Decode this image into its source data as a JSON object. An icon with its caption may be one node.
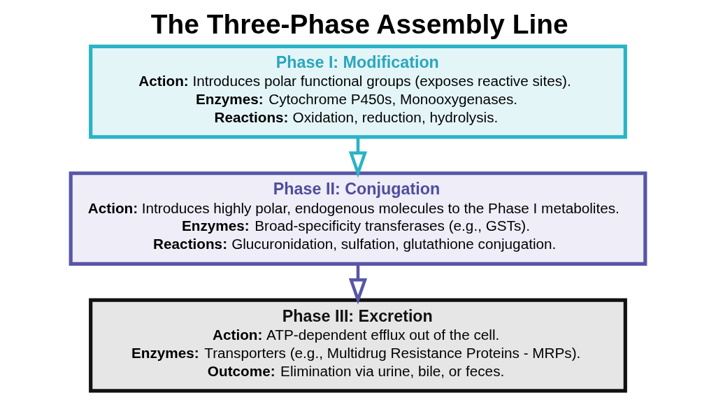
{
  "diagram": {
    "title": "The Three-Phase Assembly Line",
    "nodes": [
      {
        "text": [
          "Phase I: Modification",
          "**Action:** Introduces polar functional groups (exposes reactive sites).",
          "**Enzymes:** Cytochrome P450s, Monooxygenases.",
          "**Reactions:** Oxidation, reduction, hydrolysis."
        ]
      },
      {
        "text": [
          "Phase II: Conjugation",
          "**Action:** Introduces highly polar, endogenous molecules to the Phase I metabolites.",
          "**Enzymes:** Broad-specificity transferases (e.g., GSTs).",
          "**Reactions:** Glucuronidation, sulfation, glutathione conjugation."
        ]
      },
      {
        "text": [
          "Phase III: Excretion",
          "**Action:** ATP-dependent efflux out of the cell.",
          "**Enzymes:** Transporters (e.g., Multidrug Resistance Proteins - MRPs).",
          "**Outcome:** Elimination via urine, bile, or feces."
        ]
      }
    ],
    "edges": [
      {
        "from": 0,
        "to": 1,
        "arrow": "to",
        "color": "#2bb3c6"
      },
      {
        "from": 1,
        "to": 2,
        "arrow": "to",
        "color": "#5856a6"
      }
    ]
  }
}
